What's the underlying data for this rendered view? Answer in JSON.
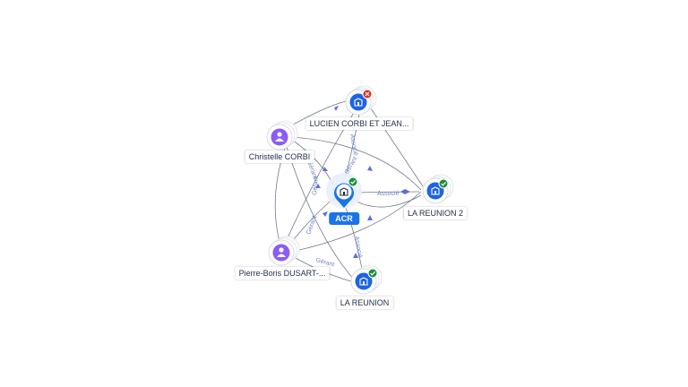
{
  "colors": {
    "company": "#1d63e6",
    "person": "#8b5cf6",
    "ok_badge": "#1e8e3e",
    "closed_badge": "#d93025",
    "main_label": "#1a73e8"
  },
  "nodes": {
    "acr": {
      "label": "ACR",
      "icon": "company-icon",
      "status": "active"
    },
    "lucien": {
      "label": "LUCIEN CORBI ET JEAN...",
      "icon": "company-icon",
      "status": "closed"
    },
    "reunion2": {
      "label": "LA REUNION 2",
      "icon": "company-icon",
      "status": "active"
    },
    "reunion": {
      "label": "LA REUNION",
      "icon": "company-icon",
      "status": "active"
    },
    "christelle": {
      "label": "Christelle CORBI",
      "icon": "person-icon"
    },
    "pierre": {
      "label": "Pierre-Boris DUSART-...",
      "icon": "person-icon"
    }
  },
  "edge_labels": {
    "acr_reunion2": "Associé",
    "reunion_acr": "Associé",
    "lucien_acr": "Associé",
    "christelle_acr": "Gérant",
    "pierre_acr": "Gérant",
    "christelle_lucien": "Gérant",
    "christelle_pierre": "Gérant",
    "pierre_reunion": "Gérant"
  }
}
